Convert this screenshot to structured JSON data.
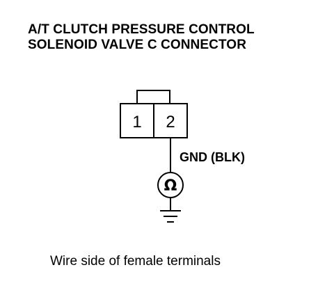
{
  "title": {
    "line1": "A/T CLUTCH PRESSURE CONTROL",
    "line2": "SOLENOID VALVE C CONNECTOR"
  },
  "connector": {
    "pins": [
      "1",
      "2"
    ]
  },
  "ground_label": "GND (BLK)",
  "meter": {
    "symbol": "Ω",
    "icon": "ohmmeter-icon"
  },
  "ground_icon": "ground-symbol-icon",
  "caption": "Wire side of female terminals"
}
